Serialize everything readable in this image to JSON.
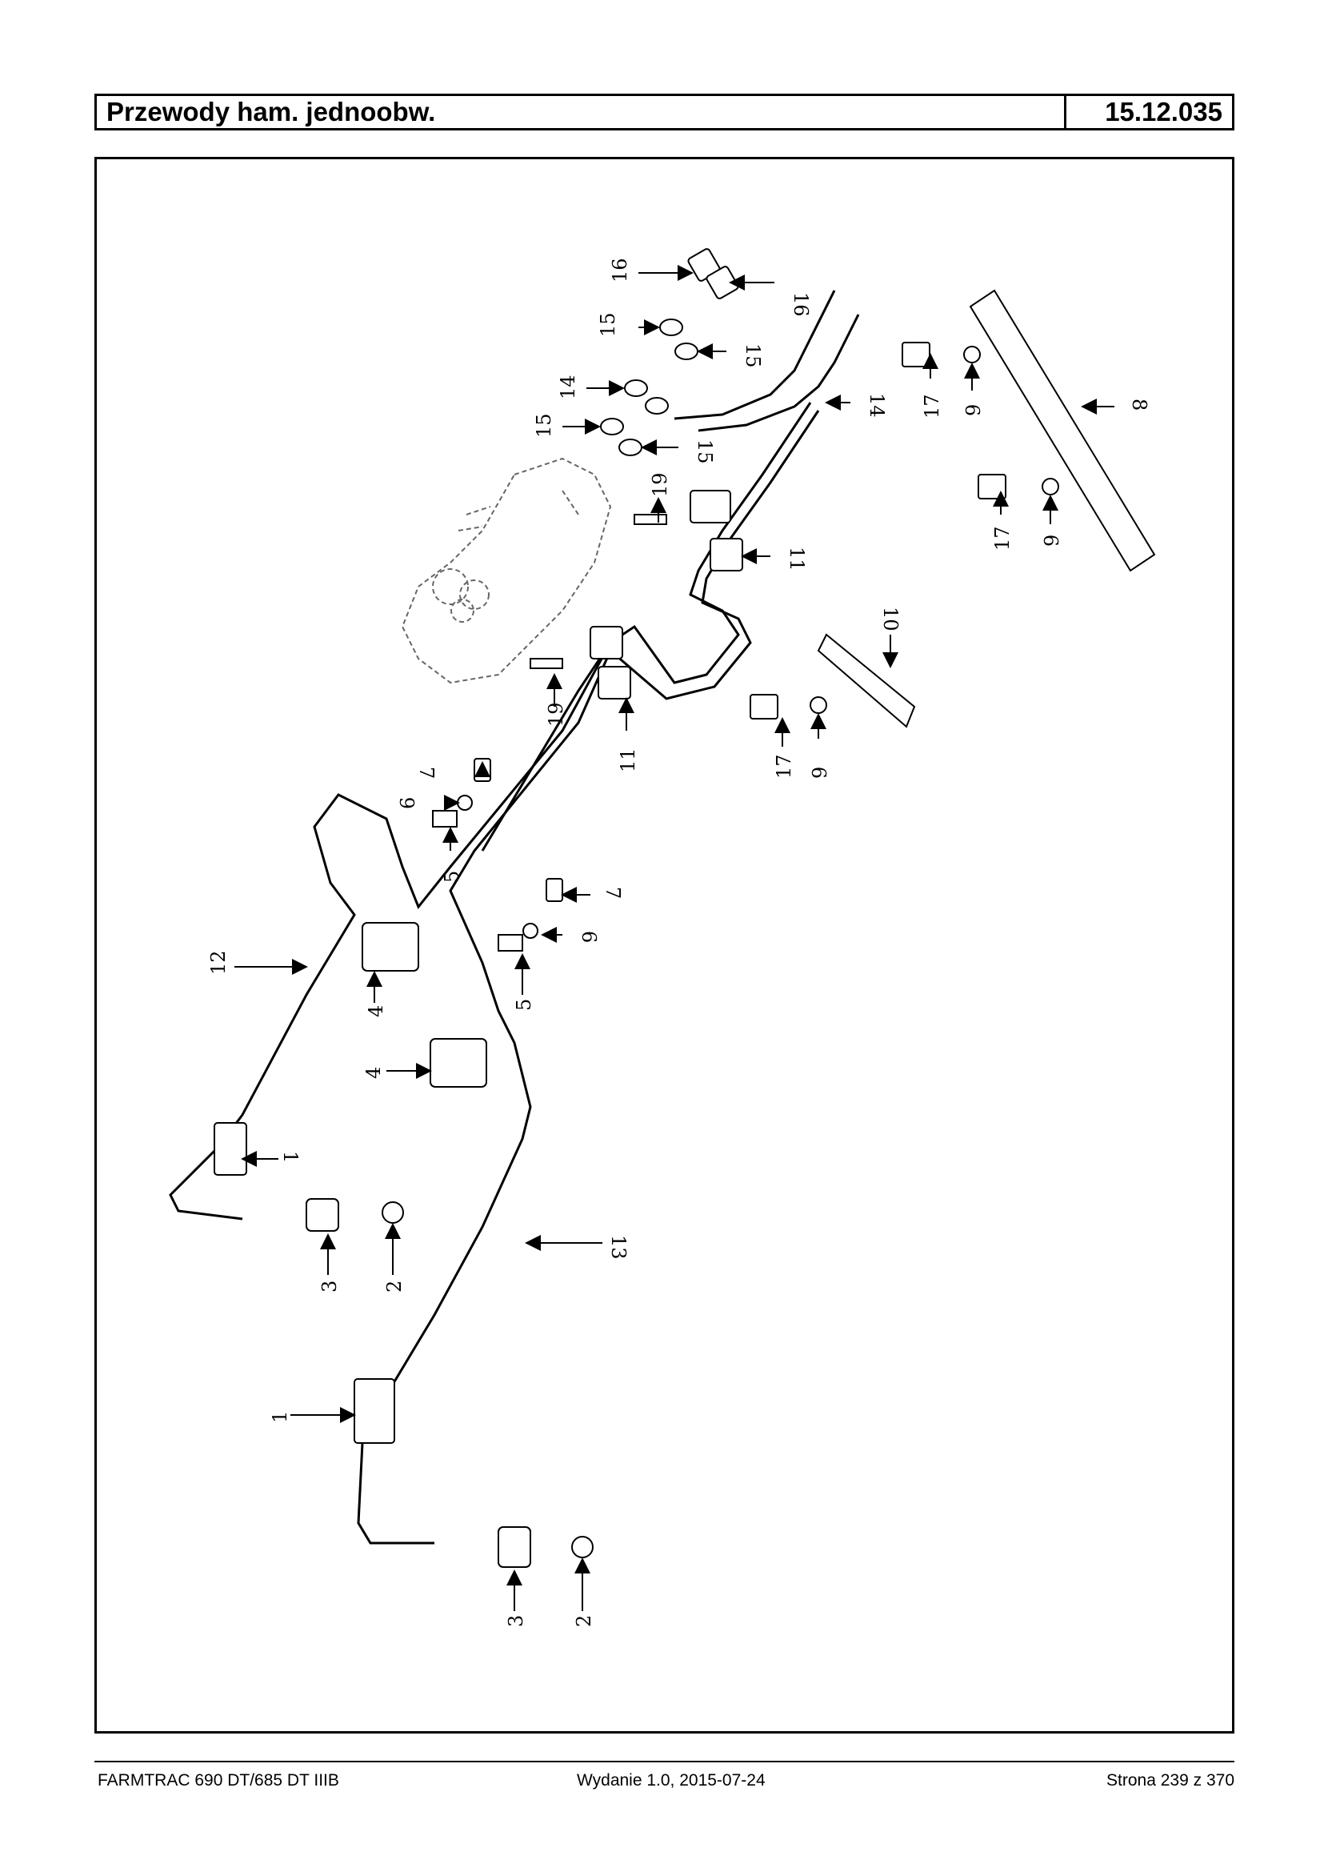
{
  "header": {
    "title": "Przewody ham. jednoobw.",
    "code": "15.12.035"
  },
  "diagram": {
    "callouts": [
      "16",
      "16",
      "15",
      "15",
      "14",
      "14",
      "15",
      "15",
      "19",
      "11",
      "17",
      "9",
      "8",
      "17",
      "9",
      "10",
      "19",
      "11",
      "17",
      "9",
      "7",
      "6",
      "5",
      "12",
      "4",
      "7",
      "6",
      "5",
      "4",
      "1",
      "3",
      "2",
      "13",
      "1",
      "3",
      "2"
    ]
  },
  "footer": {
    "model": "FARMTRAC 690 DT/685 DT IIIB",
    "edition": "Wydanie 1.0,  2015-07-24",
    "page": "Strona 239 z 370"
  }
}
